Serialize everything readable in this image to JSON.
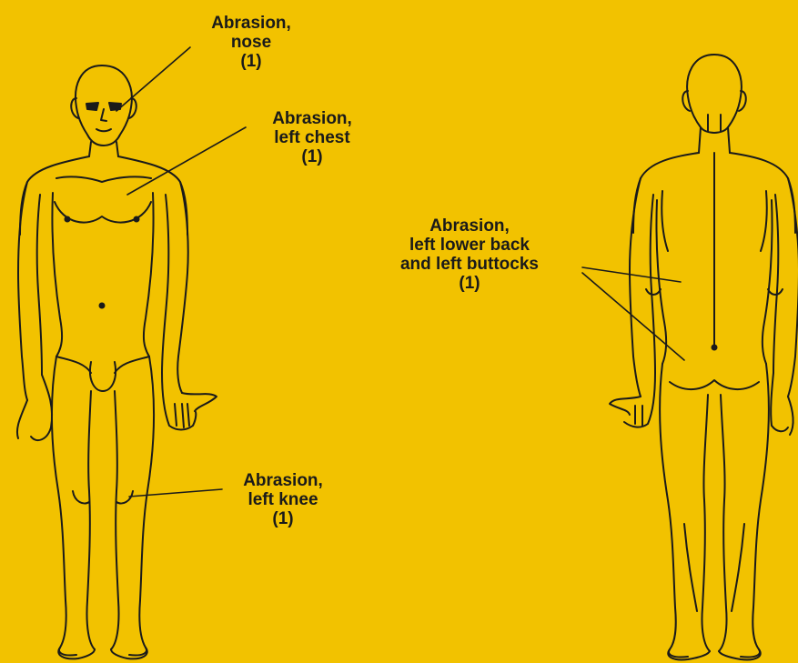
{
  "colors": {
    "background": "#f2c200",
    "ink": "#1a1a1a"
  },
  "annotations": {
    "nose": {
      "lines": [
        "Abrasion,",
        "nose",
        "(1)"
      ]
    },
    "left_chest": {
      "lines": [
        "Abrasion,",
        "left chest",
        "(1)"
      ]
    },
    "left_lower_back": {
      "lines": [
        "Abrasion,",
        "left lower back",
        "and left buttocks",
        "(1)"
      ]
    },
    "left_knee": {
      "lines": [
        "Abrasion,",
        "left knee",
        "(1)"
      ]
    }
  }
}
